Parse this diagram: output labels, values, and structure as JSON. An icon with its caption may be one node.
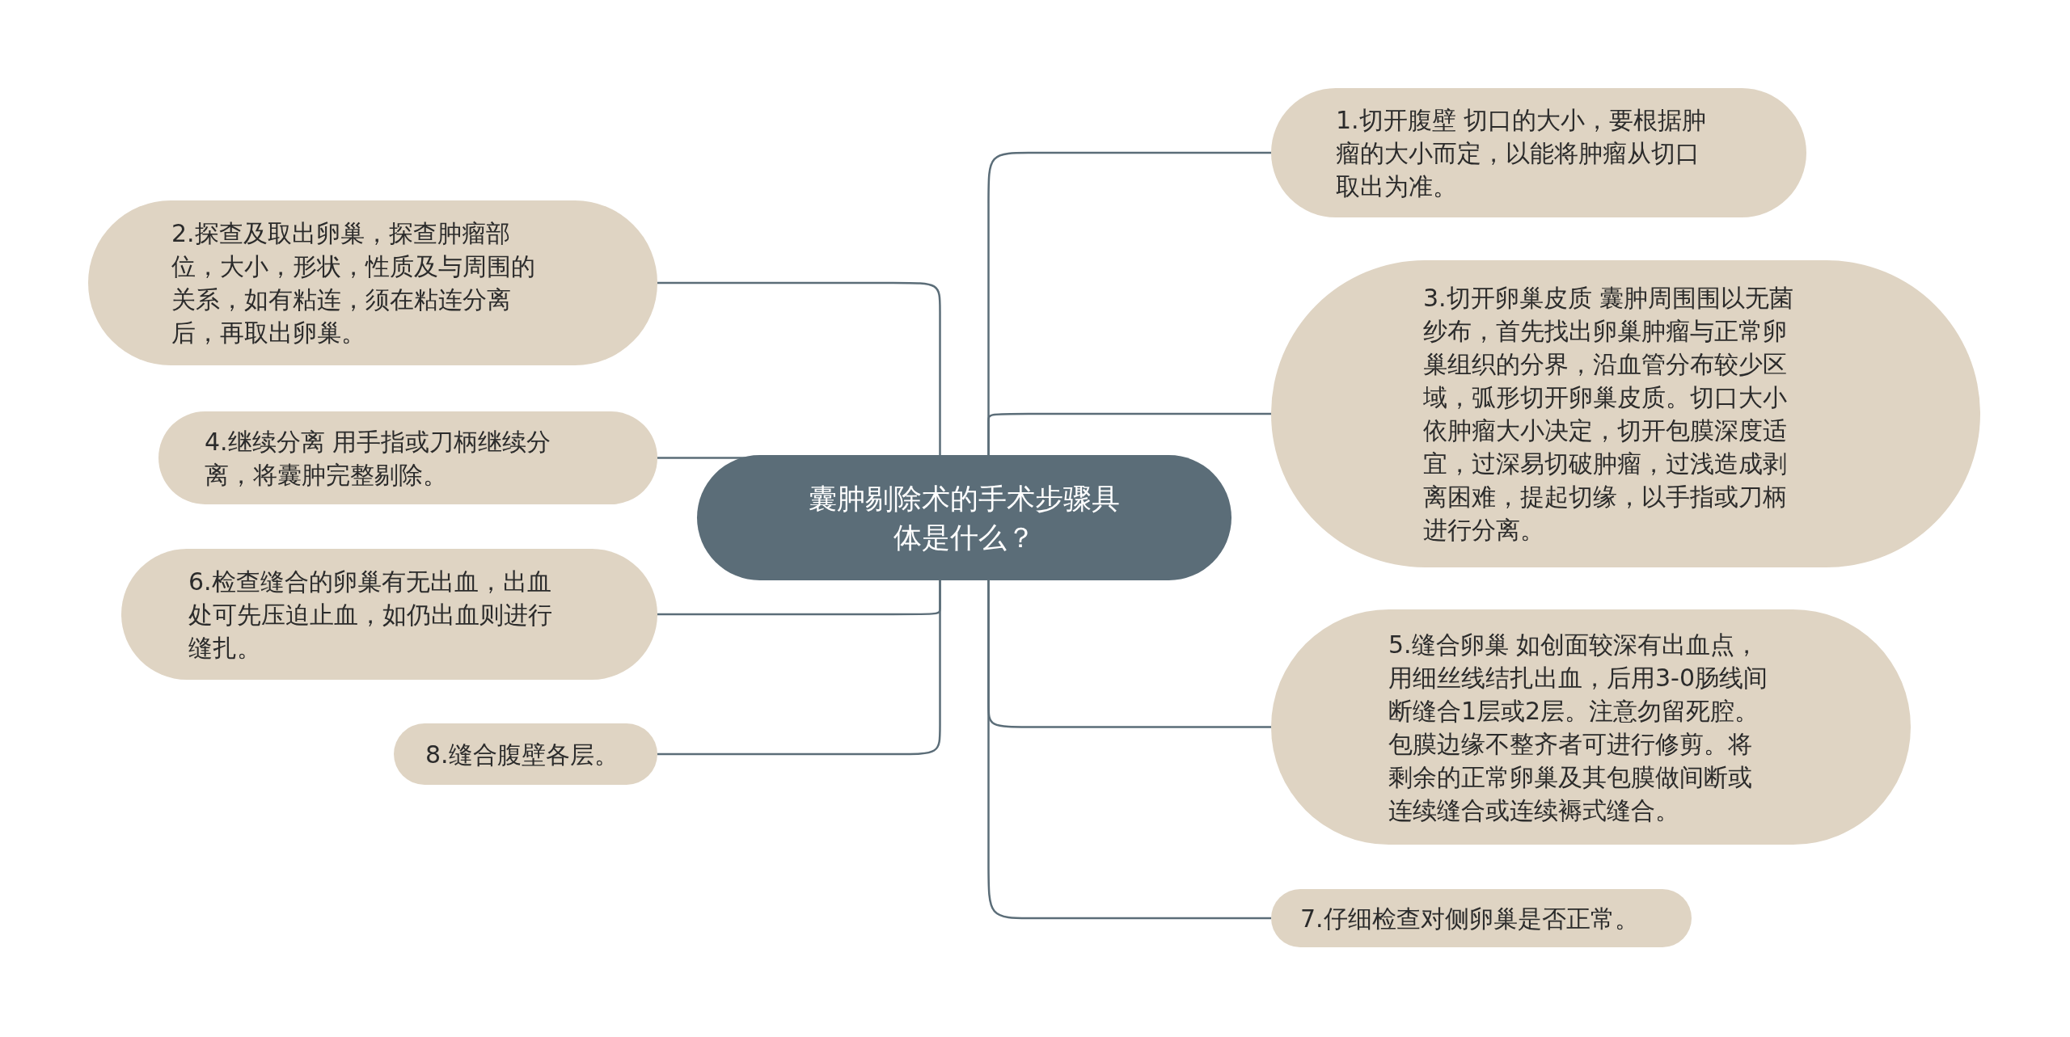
{
  "diagram": {
    "nodes": [
      {
        "text": [
          "囊肿剔除术的手术步骤具体是什么？"
        ]
      },
      {
        "text": [
          "1.切开腹壁 切口的大小，要根据肿瘤的大小而定，以能将肿瘤从切口取出为准。"
        ]
      },
      {
        "text": [
          "2.探查及取出卵巢，探查肿瘤部位，大小，形状，性质及与周围的关系，如有粘连，须在粘连分离后，再取出卵巢。"
        ]
      },
      {
        "text": [
          "3.切开卵巢皮质 囊肿周围围以无菌纱布，首先找出卵巢肿瘤与正常卵巢组织的分界，沿血管分布较少区域，弧形切开卵巢皮质。切口大小依肿瘤大小决定，切开包膜深度适宜，过深易切破肿瘤，过浅造成剥离困难，提起切缘，以手指或刀柄进行分离。"
        ]
      },
      {
        "text": [
          "4.继续分离 用手指或刀柄继续分离，将囊肿完整剔除。"
        ]
      },
      {
        "text": [
          "5.缝合卵巢 如创面较深有出血点，用细丝线结扎出血，后用3-0肠线间断缝合1层或2层。注意勿留死腔。包膜边缘不整齐者可进行修剪。将剩余的正常卵巢及其包膜做间断或连续缝合或连续褥式缝合。"
        ]
      },
      {
        "text": [
          "6.检查缝合的卵巢有无出血，出血处可先压迫止血，如仍出血则进行缝扎。"
        ]
      },
      {
        "text": [
          "7.仔细检查对侧卵巢是否正常。"
        ]
      },
      {
        "text": [
          "8.缝合腹壁各层。"
        ]
      }
    ],
    "edges": [
      {
        "from": 0,
        "to": 1,
        "arrow": "none"
      },
      {
        "from": 0,
        "to": 2,
        "arrow": "none"
      },
      {
        "from": 0,
        "to": 3,
        "arrow": "none"
      },
      {
        "from": 0,
        "to": 4,
        "arrow": "none"
      },
      {
        "from": 0,
        "to": 5,
        "arrow": "none"
      },
      {
        "from": 0,
        "to": 6,
        "arrow": "none"
      },
      {
        "from": 0,
        "to": 7,
        "arrow": "none"
      },
      {
        "from": 0,
        "to": 8,
        "arrow": "none"
      }
    ]
  }
}
